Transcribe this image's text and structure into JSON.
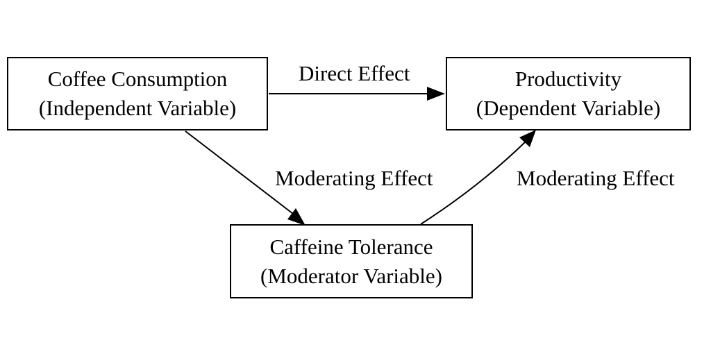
{
  "nodes": {
    "coffee": {
      "line1": "Coffee Consumption",
      "line2": "(Independent Variable)"
    },
    "productivity": {
      "line1": "Productivity",
      "line2": "(Dependent Variable)"
    },
    "caffeine": {
      "line1": "Caffeine Tolerance",
      "line2": "(Moderator Variable)"
    }
  },
  "edges": {
    "direct": {
      "label": "Direct Effect"
    },
    "coffee_to_caffeine": {
      "label": "Moderating Effect"
    },
    "caffeine_to_productivity": {
      "label": "Moderating Effect"
    }
  },
  "colors": {
    "stroke": "#000000",
    "background": "#ffffff"
  }
}
